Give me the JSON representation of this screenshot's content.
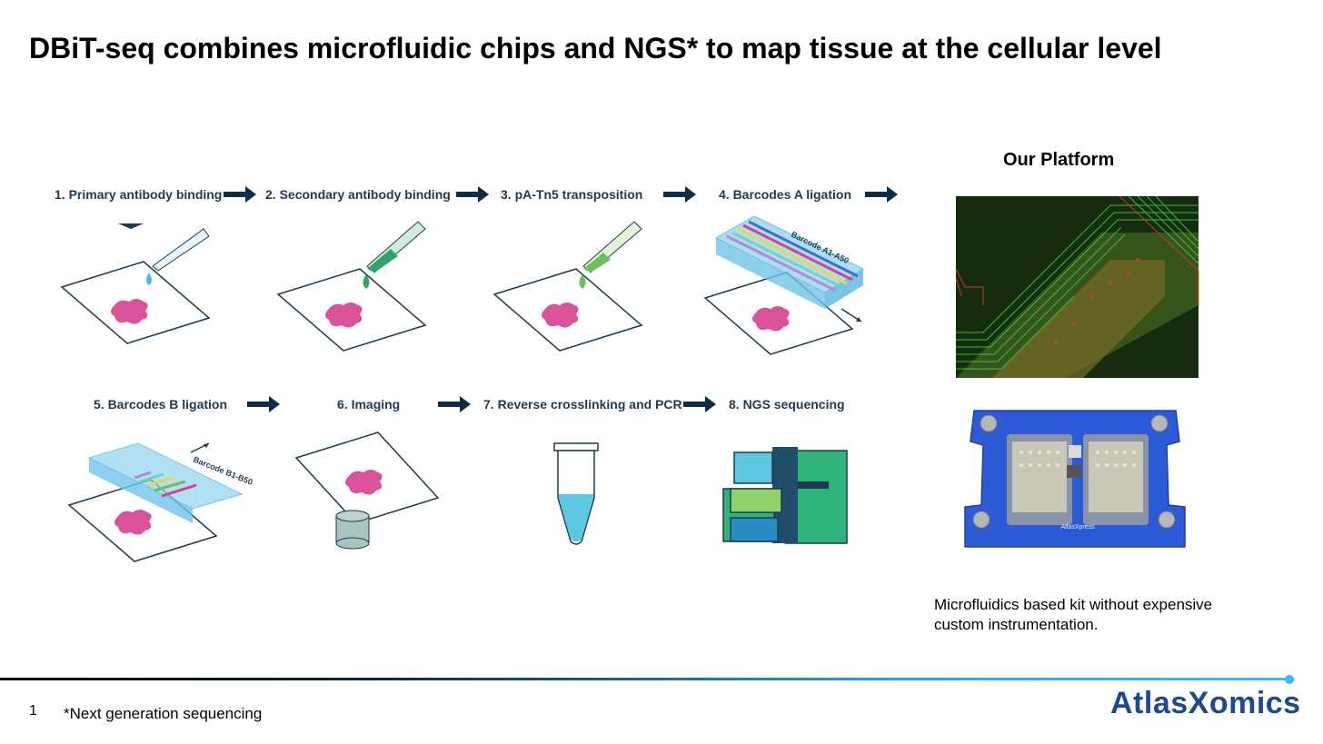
{
  "title": "DBiT-seq combines microfluidic chips and NGS* to map tissue at the cellular level",
  "platform": {
    "title": "Our Platform",
    "caption": "Microfluidics based kit without expensive  custom  instrumentation.",
    "device_label": "AtlasXpress"
  },
  "steps": [
    {
      "label": "1. Primary antibody binding"
    },
    {
      "label": "2. Secondary antibody binding"
    },
    {
      "label": "3. pA-Tn5 transposition"
    },
    {
      "label": "4. Barcodes A ligation"
    },
    {
      "label": "5. Barcodes B ligation"
    },
    {
      "label": "6. Imaging"
    },
    {
      "label": "7. Reverse crosslinking and PCR"
    },
    {
      "label": "8. NGS sequencing"
    }
  ],
  "barcodes": {
    "a_label": "Barcode A1-A50",
    "b_label": "Barcode B1-B50"
  },
  "footer": {
    "page_number": "1",
    "footnote": "*Next generation sequencing",
    "logo_part1": "Atlas",
    "logo_x": "X",
    "logo_part2": "omics"
  },
  "colors": {
    "arrow": "#0d2c45",
    "step_text": "#1f3a50",
    "tissue": "#d63f8e",
    "device_blue": "#2d5bd8",
    "logo": "#1d4a8c"
  }
}
